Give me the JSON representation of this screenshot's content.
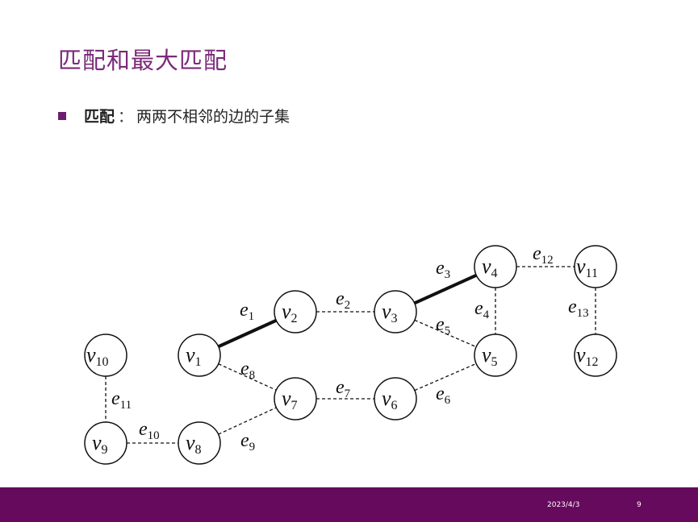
{
  "title": "匹配和最大匹配",
  "bullet": {
    "term": "匹配",
    "separator": "：",
    "text": "两两不相邻的边的子集"
  },
  "graph": {
    "nodes": [
      {
        "id": "v1",
        "base": "v",
        "sub": "1"
      },
      {
        "id": "v2",
        "base": "v",
        "sub": "2"
      },
      {
        "id": "v3",
        "base": "v",
        "sub": "3"
      },
      {
        "id": "v4",
        "base": "v",
        "sub": "4"
      },
      {
        "id": "v5",
        "base": "v",
        "sub": "5"
      },
      {
        "id": "v6",
        "base": "v",
        "sub": "6"
      },
      {
        "id": "v7",
        "base": "v",
        "sub": "7"
      },
      {
        "id": "v8",
        "base": "v",
        "sub": "8"
      },
      {
        "id": "v9",
        "base": "v",
        "sub": "9"
      },
      {
        "id": "v10",
        "base": "v",
        "sub": "10"
      },
      {
        "id": "v11",
        "base": "v",
        "sub": "11"
      },
      {
        "id": "v12",
        "base": "v",
        "sub": "12"
      }
    ],
    "edges": [
      {
        "id": "e1",
        "base": "e",
        "sub": "1",
        "from": "v1",
        "to": "v2",
        "matched": true
      },
      {
        "id": "e2",
        "base": "e",
        "sub": "2",
        "from": "v2",
        "to": "v3",
        "matched": false
      },
      {
        "id": "e3",
        "base": "e",
        "sub": "3",
        "from": "v3",
        "to": "v4",
        "matched": true
      },
      {
        "id": "e4",
        "base": "e",
        "sub": "4",
        "from": "v4",
        "to": "v5",
        "matched": false
      },
      {
        "id": "e5",
        "base": "e",
        "sub": "5",
        "from": "v3",
        "to": "v5",
        "matched": false
      },
      {
        "id": "e6",
        "base": "e",
        "sub": "6",
        "from": "v6",
        "to": "v5",
        "matched": false
      },
      {
        "id": "e7",
        "base": "e",
        "sub": "7",
        "from": "v7",
        "to": "v6",
        "matched": false
      },
      {
        "id": "e8",
        "base": "e",
        "sub": "8",
        "from": "v1",
        "to": "v7",
        "matched": false
      },
      {
        "id": "e9",
        "base": "e",
        "sub": "9",
        "from": "v8",
        "to": "v7",
        "matched": false
      },
      {
        "id": "e10",
        "base": "e",
        "sub": "10",
        "from": "v9",
        "to": "v8",
        "matched": false
      },
      {
        "id": "e11",
        "base": "e",
        "sub": "11",
        "from": "v10",
        "to": "v9",
        "matched": false
      },
      {
        "id": "e12",
        "base": "e",
        "sub": "12",
        "from": "v4",
        "to": "v11",
        "matched": false
      },
      {
        "id": "e13",
        "base": "e",
        "sub": "13",
        "from": "v11",
        "to": "v12",
        "matched": false
      }
    ]
  },
  "footer": {
    "date": "2023/4/3",
    "page": "9"
  },
  "colors": {
    "title": "#7a2a78",
    "footer_bar": "#650a5c",
    "bullet": "#6b1f6a"
  }
}
